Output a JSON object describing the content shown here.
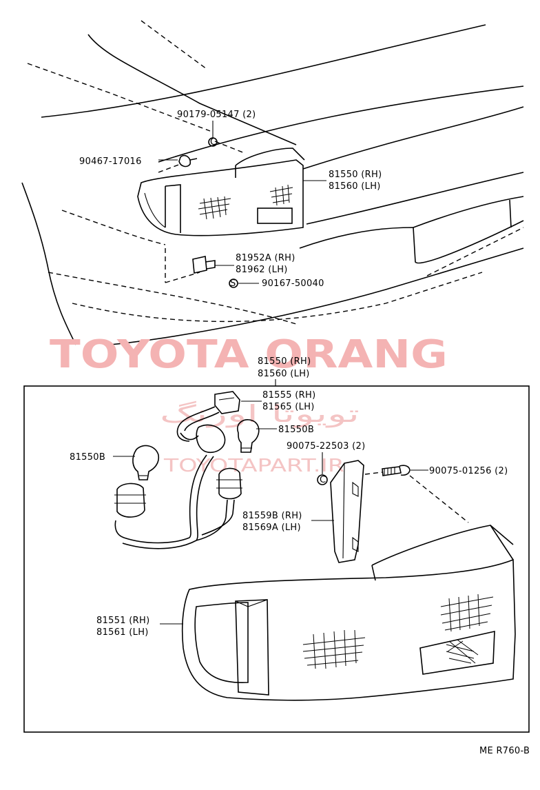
{
  "watermark": {
    "main": "TOYOTA ORANG",
    "persian": "تویوتا اورنگ",
    "url": "TOYOTAPART.IR"
  },
  "labels": {
    "p90179": "90179-05147 (2)",
    "p90467": "90467-17016",
    "p81550_rh_top": "81550 (RH)",
    "p81560_lh_top": "81560 (LH)",
    "p81952": "81952A (RH)",
    "p81962": "81962 (LH)",
    "p90167": "90167-50040",
    "s_bolt": "S",
    "c_clip": "C",
    "p81550_rh_box": "81550 (RH)",
    "p81560_lh_box": "81560 (LH)",
    "p81555": "81555 (RH)",
    "p81565": "81565 (LH)",
    "p81550B_right": "81550B",
    "p81550B_left": "81550B",
    "p90075_22503": "90075-22503 (2)",
    "p90075_01256": "90075-01256 (2)",
    "p81559B": "81559B (RH)",
    "p81569A": "81569A (LH)",
    "p81551": "81551 (RH)",
    "p81561": "81561 (LH)",
    "c_clip2": "C",
    "ref": "ME R760-B"
  }
}
